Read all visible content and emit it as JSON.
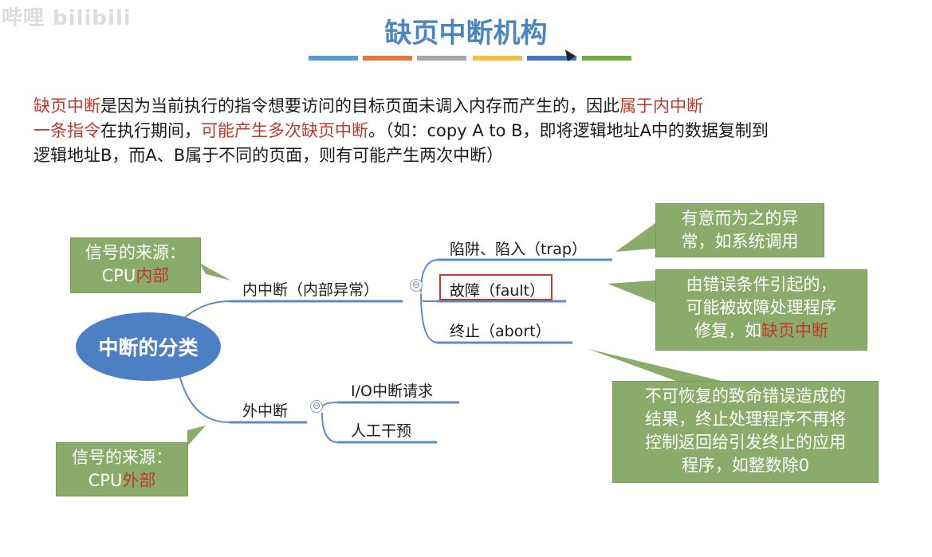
{
  "watermark": "哔哩 bilibili",
  "title": "缺页中断机构",
  "title_bar_colors": [
    "#5b9bd5",
    "#e8773c",
    "#a5a5a5",
    "#f2c040",
    "#4472c4",
    "#70ad47"
  ],
  "paragraph": {
    "p1_red": "缺页中断",
    "p1_text": "是因为当前执行的指令想要访问的目标页面未调入内存而产生的，因此",
    "p1_red2": "属于内中断",
    "p2_red": "一条指令",
    "p2_text": "在执行期间，",
    "p2_red2": "可能产生多次缺页中断",
    "p2_text2": "。（如：copy A to B，即将逻辑地址A中的数据复制到",
    "p3_text": "逻辑地址B，而A、B属于不同的页面，则有可能产生两次中断）"
  },
  "diagram": {
    "root": "中断的分类",
    "internal": "内中断（内部异常）",
    "external": "外中断",
    "trap": "陷阱、陷入（trap）",
    "fault": "故障（fault）",
    "abort": "终止（abort）",
    "io": "I/O中断请求",
    "manual": "人工干预",
    "collapse_symbol": "⊖",
    "colors": {
      "root": "#4d7fc4",
      "branch": "#5b8cc8",
      "callout": "#8aac6a",
      "highlight": "#d0342c"
    }
  },
  "callouts": {
    "source_internal": {
      "line1": "信号的来源：",
      "prefix": "CPU",
      "red": "内部"
    },
    "source_external": {
      "line1": "信号的来源：",
      "prefix": "CPU",
      "red": "外部"
    },
    "trap_note": {
      "line1": "有意而为之的异",
      "line2": "常，如系统调用"
    },
    "fault_note": {
      "line1": "由错误条件引起的，",
      "line2": "可能被故障处理程序",
      "line3_prefix": "修复，如",
      "line3_red": "缺页中断"
    },
    "abort_note": {
      "line1": "不可恢复的致命错误造成的",
      "line2": "结果，终止处理程序不再将",
      "line3": "控制返回给引发终止的应用",
      "line4": "程序，如整数除0"
    }
  }
}
